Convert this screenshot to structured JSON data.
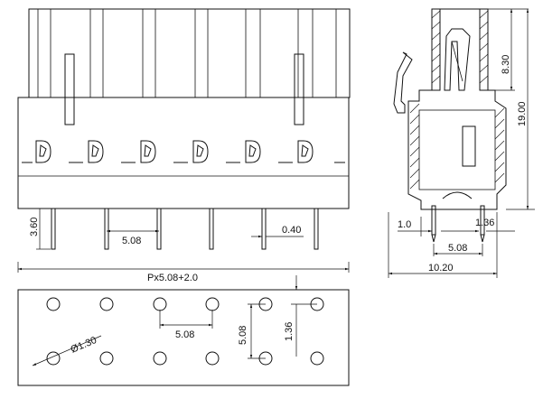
{
  "labels": {
    "top_right_height": "8.30",
    "total_height": "19.00",
    "pin_length": "3.60",
    "pitch_front": "5.08",
    "pin_thickness": "0.40",
    "overall_length_formula": "Px5.08+2.0",
    "side_offset": "1.0",
    "side_pin_spacing": "1.36",
    "side_pitch": "5.08",
    "side_width": "10.20",
    "hole_diameter": "Ø1.30",
    "hole_pitch_horizontal": "5.08",
    "hole_pitch_vertical": "5.08",
    "hole_row_offset": "1.36"
  },
  "colors": {
    "line": "#111111",
    "background": "#ffffff"
  }
}
